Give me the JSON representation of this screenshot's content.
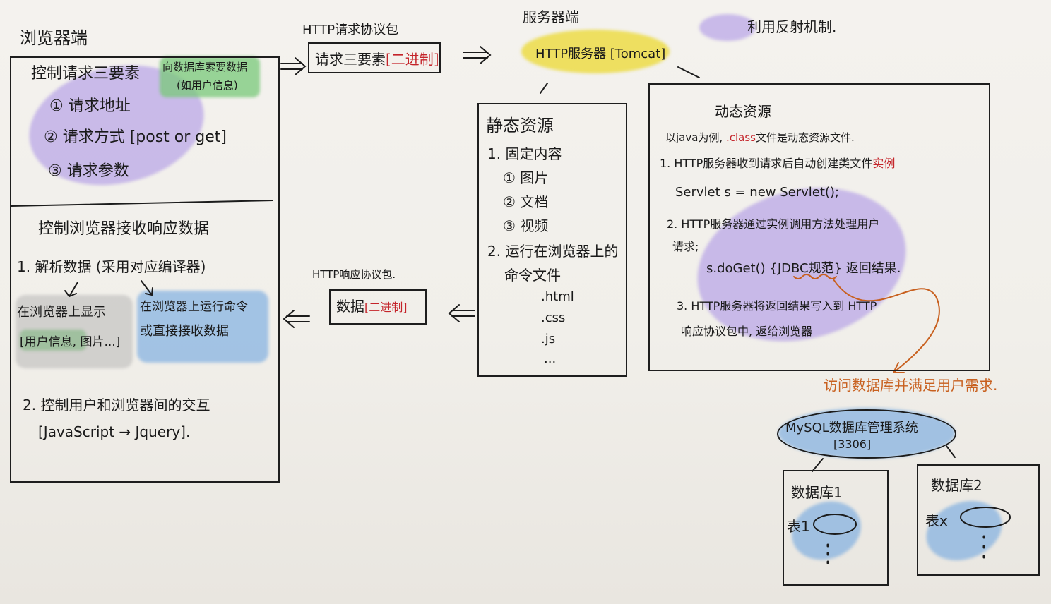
{
  "colors": {
    "purple": "#a58ce6",
    "green": "#78c878",
    "blue": "#78aae1",
    "yellow": "#ecdc46",
    "red": "#c4242a",
    "orange": "#c8601f"
  },
  "browser": {
    "title": "浏览器端",
    "req": {
      "heading": "控制请求三要素",
      "note": "向数据库索要数据",
      "note2": "(如用户信息)",
      "items": [
        "① 请求地址",
        "② 请求方式 [post or get]",
        "③ 请求参数"
      ]
    },
    "resp": {
      "heading": "控制浏览器接收响应数据",
      "parse": "1. 解析数据 (采用对应编译器)",
      "show1": "在浏览器上显示",
      "show2": "[用户信息, 图片...]",
      "run1": "在浏览器上运行命令",
      "run2": "或直接接收数据",
      "interact": "2. 控制用户和浏览器间的交互",
      "js": "[JavaScript → Jquery]."
    }
  },
  "request_packet": {
    "label": "HTTP请求协议包",
    "content": "请求三要素",
    "suffix": "[二进制]"
  },
  "response_packet": {
    "label": "HTTP响应协议包.",
    "content": "数据",
    "suffix": "[二进制]"
  },
  "server": {
    "label": "服务器端",
    "cloud": "HTTP服务器 [Tomcat]",
    "legend": "利用反射机制."
  },
  "static": {
    "title": "静态资源",
    "fixed": "1. 固定内容",
    "items": [
      "① 图片",
      "② 文档",
      "③ 视频"
    ],
    "cmd1": "2. 运行在浏览器上的",
    "cmd2": "命令文件",
    "files": [
      ".html",
      ".css",
      ".js",
      "..."
    ]
  },
  "dynamic": {
    "title": "动态资源",
    "intro_a": "以java为例, ",
    "intro_b": ".class",
    "intro_c": "文件是动态资源文件.",
    "step1a": "1. HTTP服务器收到请求后自动创建类文件",
    "step1b": "实例",
    "code1": "Servlet s = new Servlet();",
    "step2a": "2. HTTP服务器通过实例调用方法处理用户",
    "step2b": "请求;",
    "code2a": "s.doGet() {",
    "code2b": "JDBC规范",
    "code2c": "} 返回结果.",
    "step3a": "3. HTTP服务器将返回结果写入到 HTTP",
    "step3b": "响应协议包中, 返给浏览器"
  },
  "db_note": "访问数据库并满足用户需求.",
  "mysql": {
    "label": "MySQL数据库管理系统",
    "port": "[3306]"
  },
  "databases": [
    {
      "name": "数据库1",
      "table": "表1"
    },
    {
      "name": "数据库2",
      "table": "表x"
    }
  ]
}
